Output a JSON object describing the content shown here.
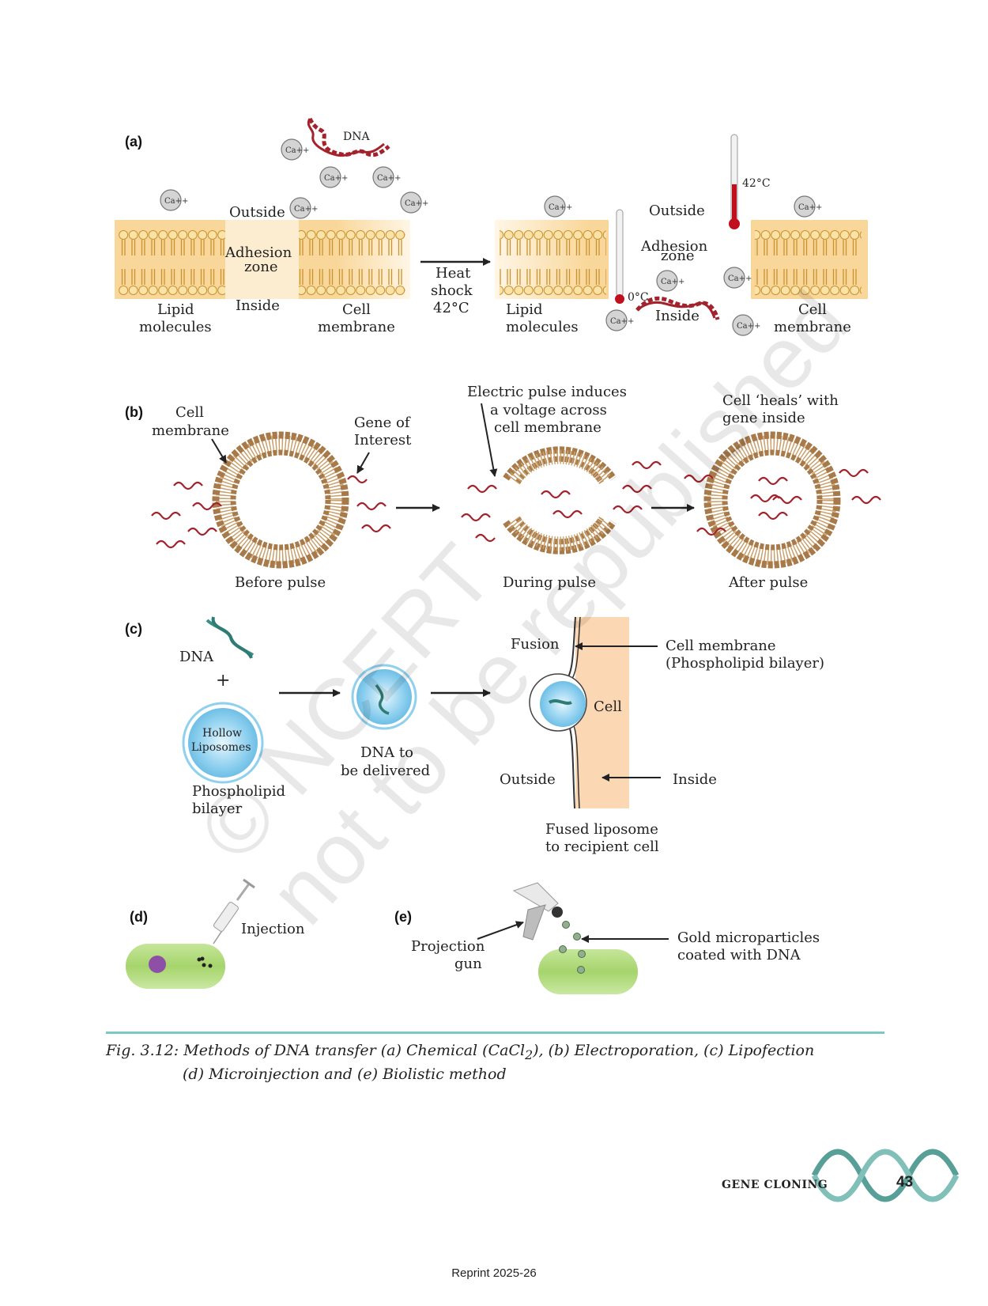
{
  "panel_a": {
    "label": "(a)",
    "dna": "DNA",
    "ca": "Ca++",
    "outside_left": "Outside",
    "adhesion_left": "Adhesion",
    "zone_left": "zone",
    "inside_left": "Inside",
    "lipid_left_1": "Lipid",
    "lipid_left_2": "molecules",
    "cellmem_left_1": "Cell",
    "cellmem_left_2": "membrane",
    "heat_1": "Heat",
    "heat_2": "shock",
    "heat_3": "42°C",
    "lipid_right_1": "Lipid",
    "lipid_right_2": "molecules",
    "outside_right": "Outside",
    "adhesion_right": "Adhesion",
    "zone_right": "zone",
    "inside_right": "Inside",
    "cellmem_right_1": "Cell",
    "cellmem_right_2": "membrane",
    "temp_low": "0°C",
    "temp_high": "42°C"
  },
  "panel_b": {
    "label": "(b)",
    "cellmem_1": "Cell",
    "cellmem_2": "membrane",
    "gene_1": "Gene of",
    "gene_2": "Interest",
    "pulse_1": "Electric pulse induces",
    "pulse_2": "a voltage across",
    "pulse_3": "cell membrane",
    "heals_1": "Cell ‘heals’ with",
    "heals_2": "gene inside",
    "before": "Before pulse",
    "during": "During pulse",
    "after": "After pulse"
  },
  "panel_c": {
    "label": "(c)",
    "dna": "DNA",
    "plus": "+",
    "hollow_1": "Hollow",
    "hollow_2": "Liposomes",
    "phospho_1": "Phospholipid",
    "phospho_2": "bilayer",
    "deliver_1": "DNA to",
    "deliver_2": "be delivered",
    "fusion": "Fusion",
    "cellmem_1": "Cell membrane",
    "cellmem_2": "(Phospholipid bilayer)",
    "cell": "Cell",
    "outside": "Outside",
    "inside": "Inside",
    "fused_1": "Fused liposome",
    "fused_2": "to recipient cell"
  },
  "panel_d": {
    "label": "(d)",
    "injection": "Injection"
  },
  "panel_e": {
    "label": "(e)",
    "proj_1": "Projection",
    "proj_2": "gun",
    "gold_1": "Gold microparticles",
    "gold_2": "coated with DNA"
  },
  "caption": {
    "line1_a": "Fig. 3.12: Methods of DNA transfer (a) Chemical (CaCl",
    "line1_sub": "2",
    "line1_b": "), (b) Electroporation, (c) Lipofection",
    "line2": "(d) Microinjection and  (e) Biolistic method"
  },
  "footer": {
    "chapter": "GENE CLONING",
    "page": "43",
    "reprint": "Reprint 2025-26"
  },
  "watermark": {
    "line1": "© NCERT",
    "line2": "not to be republished"
  },
  "colors": {
    "membrane": "#f9d79a",
    "dna_red": "#a3222c",
    "bead_brown": "#a87a4a",
    "cell_green": "#a6d46c",
    "liposome_blue": "#8fd0ef",
    "cell_peach": "#fcd7b4",
    "rule_teal": "#7cc8c4"
  }
}
